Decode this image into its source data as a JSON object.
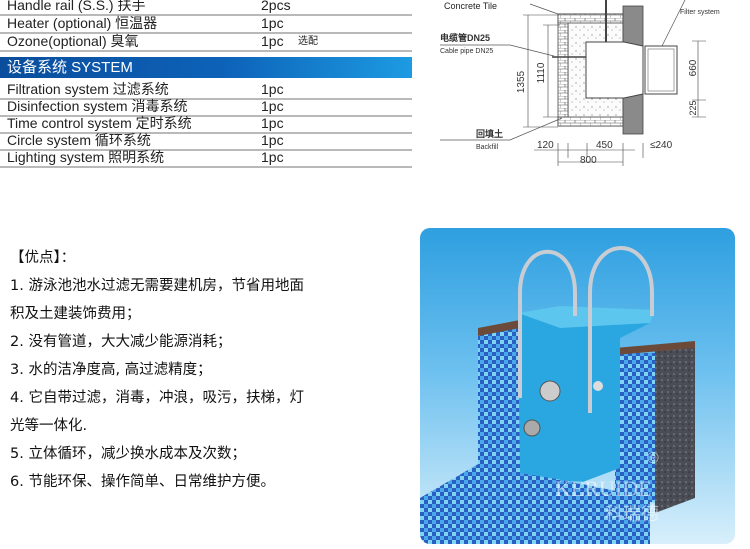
{
  "parts_table": [
    {
      "name": "Handle rail (S.S.) 扶手",
      "qty": "2pcs",
      "note": ""
    },
    {
      "name": "Heater (optional) 恒温器",
      "qty": "1pc",
      "note": ""
    },
    {
      "name": "Ozone(optional) 臭氧",
      "qty": "1pc",
      "note": "选配"
    }
  ],
  "system_header": "设备系统   SYSTEM",
  "system_table": [
    {
      "name": "Filtration system 过滤系统",
      "qty": "1pc"
    },
    {
      "name": "Disinfection system 消毒系统",
      "qty": "1pc"
    },
    {
      "name": "Time control system 定时系统",
      "qty": "1pc"
    },
    {
      "name": "Circle system 循环系统",
      "qty": "1pc"
    },
    {
      "name": "Lighting system 照明系统",
      "qty": "1pc"
    }
  ],
  "diagram": {
    "label_concrete": "Concrete Tile",
    "label_filter": "Filter system",
    "label_cable_cn": "电缆管DN25",
    "label_cable_en": "Cable pipe DN25",
    "label_backfill_cn": "回填土",
    "label_backfill_en": "Backfill",
    "dims": {
      "h_total": "1355",
      "h_inner": "1110",
      "h_filter": "660",
      "h_base": "225",
      "w_wall": "120",
      "w_inner": "450",
      "w_side": "≤240",
      "w_total": "800"
    }
  },
  "advantages": {
    "title": "【优点】：",
    "lines": [
      "1. 游泳池池水过滤无需要建机房，节省用地面",
      "积及土建装饰费用；",
      "2. 没有管道，大大减少能源消耗；",
      "3. 水的洁净度高, 高过滤精度；",
      "4. 它自带过滤，消毒，冲浪，吸污，扶梯，灯",
      "光等一体化.",
      "5. 立体循环，减少换水成本及次数；",
      "6.  节能环保、操作简单、日常维护方便。"
    ]
  },
  "product_image": {
    "brand": "KERUIDE",
    "brand_cn": "科瑞德",
    "registered": "®"
  }
}
